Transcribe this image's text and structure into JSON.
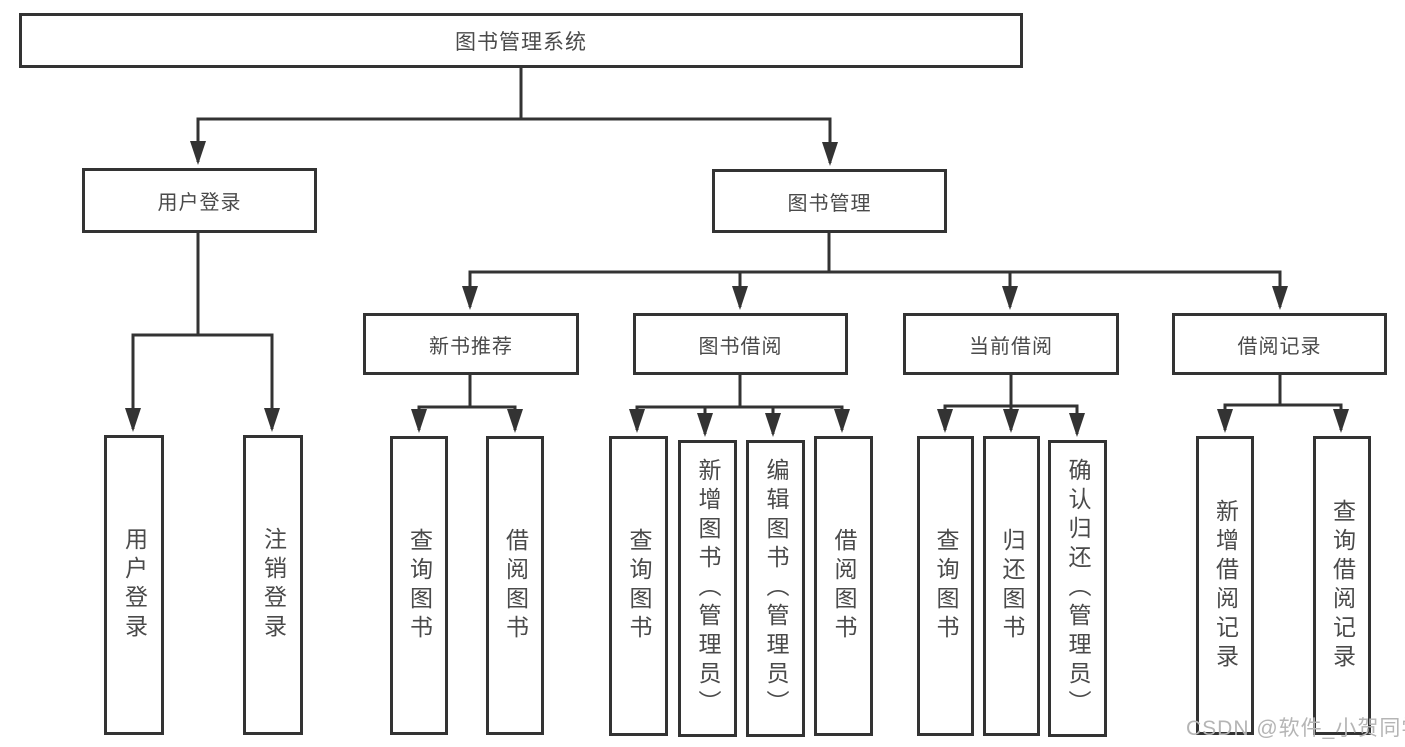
{
  "diagram": {
    "title": "图书管理系统",
    "root": {
      "label": "图书管理系统"
    },
    "branches": [
      {
        "label": "用户登录",
        "children": [
          {
            "label": "用户登录"
          },
          {
            "label": "注销登录"
          }
        ]
      },
      {
        "label": "图书管理",
        "children": [
          {
            "label": "新书推荐",
            "children": [
              {
                "label": "查询图书"
              },
              {
                "label": "借阅图书"
              }
            ]
          },
          {
            "label": "图书借阅",
            "children": [
              {
                "label": "查询图书"
              },
              {
                "label": "新增图书（管理员）"
              },
              {
                "label": "编辑图书（管理员）"
              },
              {
                "label": "借阅图书"
              }
            ]
          },
          {
            "label": "当前借阅",
            "children": [
              {
                "label": "查询图书"
              },
              {
                "label": "归还图书"
              },
              {
                "label": "确认归还（管理员）"
              }
            ]
          },
          {
            "label": "借阅记录",
            "children": [
              {
                "label": "新增借阅记录"
              },
              {
                "label": "查询借阅记录"
              }
            ]
          }
        ]
      }
    ]
  },
  "watermark": {
    "text": "CSDN @软件_小贺同学"
  },
  "colors": {
    "line": "#333333",
    "box_border": "#333333",
    "text": "#4a4a4a",
    "background": "#ffffff",
    "watermark": "#b5b5b5"
  }
}
